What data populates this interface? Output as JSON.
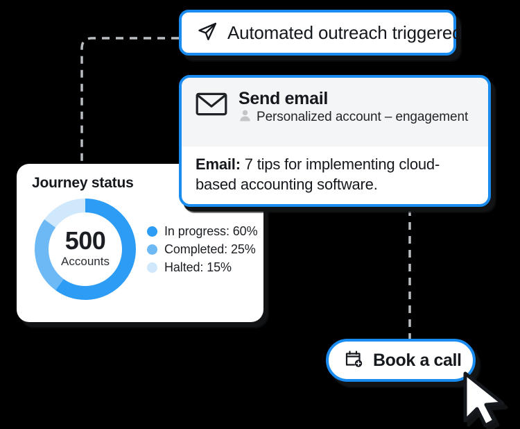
{
  "canvas": {
    "background_color": "#000000",
    "accent_blue": "#1A8CF0"
  },
  "outreach_pill": {
    "label": "Automated outreach triggered",
    "icon": "send-icon",
    "border_color": "#1A8CF0"
  },
  "email_card": {
    "icon": "envelope-icon",
    "title": "Send email",
    "audience_icon": "person-icon",
    "audience": "Personalized account – engagement",
    "body_label": "Email:",
    "body_text": " 7 tips for implementing cloud-based accounting software.",
    "header_background": "#F4F5F6",
    "border_color": "#1A8CF0"
  },
  "journey_card": {
    "title": "Journey status",
    "donut": {
      "center_value": "500",
      "center_unit": "Accounts"
    },
    "legend": [
      {
        "label": "In progress: 60%",
        "color": "#2D9CF5"
      },
      {
        "label": "Completed: 25%",
        "color": "#6CB9F6"
      },
      {
        "label": "Halted: 15%",
        "color": "#CFE8FC"
      }
    ]
  },
  "book_call_pill": {
    "label": "Book a call",
    "icon": "calendar-plus-icon",
    "border_color": "#1A8CF0"
  },
  "cursor": {
    "icon": "mouse-pointer-icon"
  },
  "chart_data": {
    "type": "pie",
    "title": "Journey status",
    "categories": [
      "In progress",
      "Completed",
      "Halted"
    ],
    "values": [
      60,
      25,
      15
    ],
    "value_unit": "%",
    "colors": [
      "#2D9CF5",
      "#6CB9F6",
      "#CFE8FC"
    ],
    "center_label": "500",
    "center_sublabel": "Accounts",
    "total_accounts": 500,
    "legend_position": "right",
    "donut": true,
    "xlabel": "",
    "ylabel": ""
  }
}
